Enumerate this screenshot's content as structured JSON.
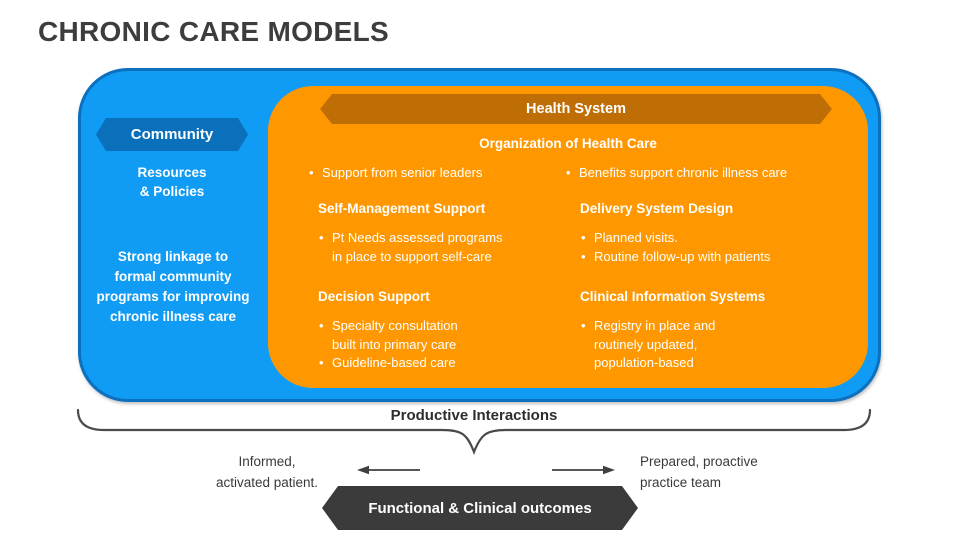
{
  "title": "CHRONIC CARE MODELS",
  "colors": {
    "blue": "#109bf4",
    "blue_dark": "#0a70bc",
    "orange": "#ff9800",
    "orange_dark": "#bf6e05",
    "banner_gray": "#3b3b3b",
    "text_dark": "#3d3d3d"
  },
  "community": {
    "badge_label": "Community",
    "subtitle": "Resources\n& Policies",
    "description": "Strong linkage to\nformal community\nprograms for improving\nchronic illness care"
  },
  "health_system": {
    "banner_label": "Health System",
    "org_header": "Organization of Health Care",
    "org_bullets": [
      "Support from senior leaders",
      "Benefits support chronic illness care"
    ],
    "left_sections": [
      {
        "title": "Self-Management Support",
        "bullets": [
          "Pt Needs assessed programs\nin place to support self-care"
        ]
      },
      {
        "title": "Decision Support",
        "bullets": [
          "Specialty consultation\nbuilt into primary care",
          "Guideline-based care"
        ]
      }
    ],
    "right_sections": [
      {
        "title": "Delivery System Design",
        "bullets": [
          "Planned visits.",
          "Routine follow-up with patients"
        ]
      },
      {
        "title": "Clinical Information Systems",
        "bullets": [
          "Registry in place and\nroutinely updated,\npopulation-based"
        ]
      }
    ]
  },
  "bottom": {
    "brace_label": "Productive Interactions",
    "left_note": "Informed,\nactivated patient.",
    "right_note": "Prepared, proactive\npractice team",
    "outcome_label": "Functional & Clinical outcomes"
  }
}
